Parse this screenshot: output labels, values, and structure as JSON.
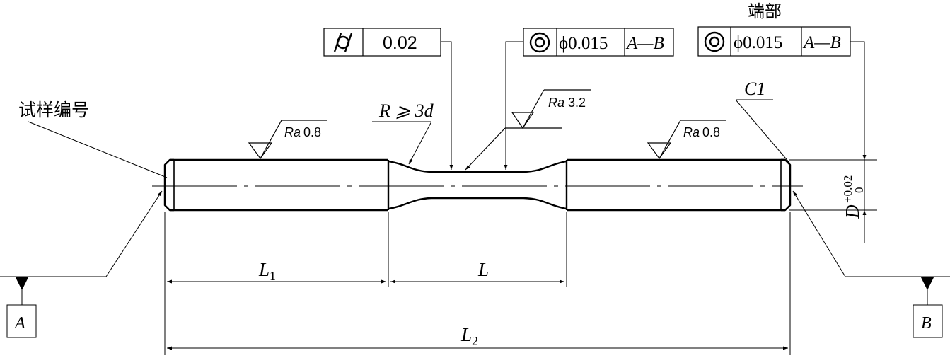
{
  "labels": {
    "specimen_number": "试样编号",
    "end_portion": "端部",
    "fillet_radius": "R ⩾ 3d",
    "chamfer": "C1"
  },
  "tolerance_frames": {
    "cylindricity": {
      "symbol_name": "cylindricity-icon",
      "value": "0.02"
    },
    "coaxiality_middle": {
      "symbol_name": "coaxiality-icon",
      "value": "ϕ0.015",
      "datum": "A—B"
    },
    "coaxiality_end": {
      "symbol_name": "coaxiality-icon",
      "value": "ϕ0.015",
      "datum": "A—B"
    }
  },
  "surface_roughness": {
    "left": {
      "ra": "Ra",
      "value": "0.8"
    },
    "middle": {
      "ra": "Ra",
      "value": "3.2"
    },
    "right": {
      "ra": "Ra",
      "value": "0.8"
    }
  },
  "dimensions": {
    "L1": {
      "letter": "L",
      "subscript": "1"
    },
    "L": {
      "letter": "L"
    },
    "L2": {
      "letter": "L",
      "subscript": "2"
    },
    "D": {
      "letter": "D",
      "upper_tol": "+0.02",
      "lower_tol": "0"
    }
  },
  "datums": {
    "A": "A",
    "B": "B"
  }
}
